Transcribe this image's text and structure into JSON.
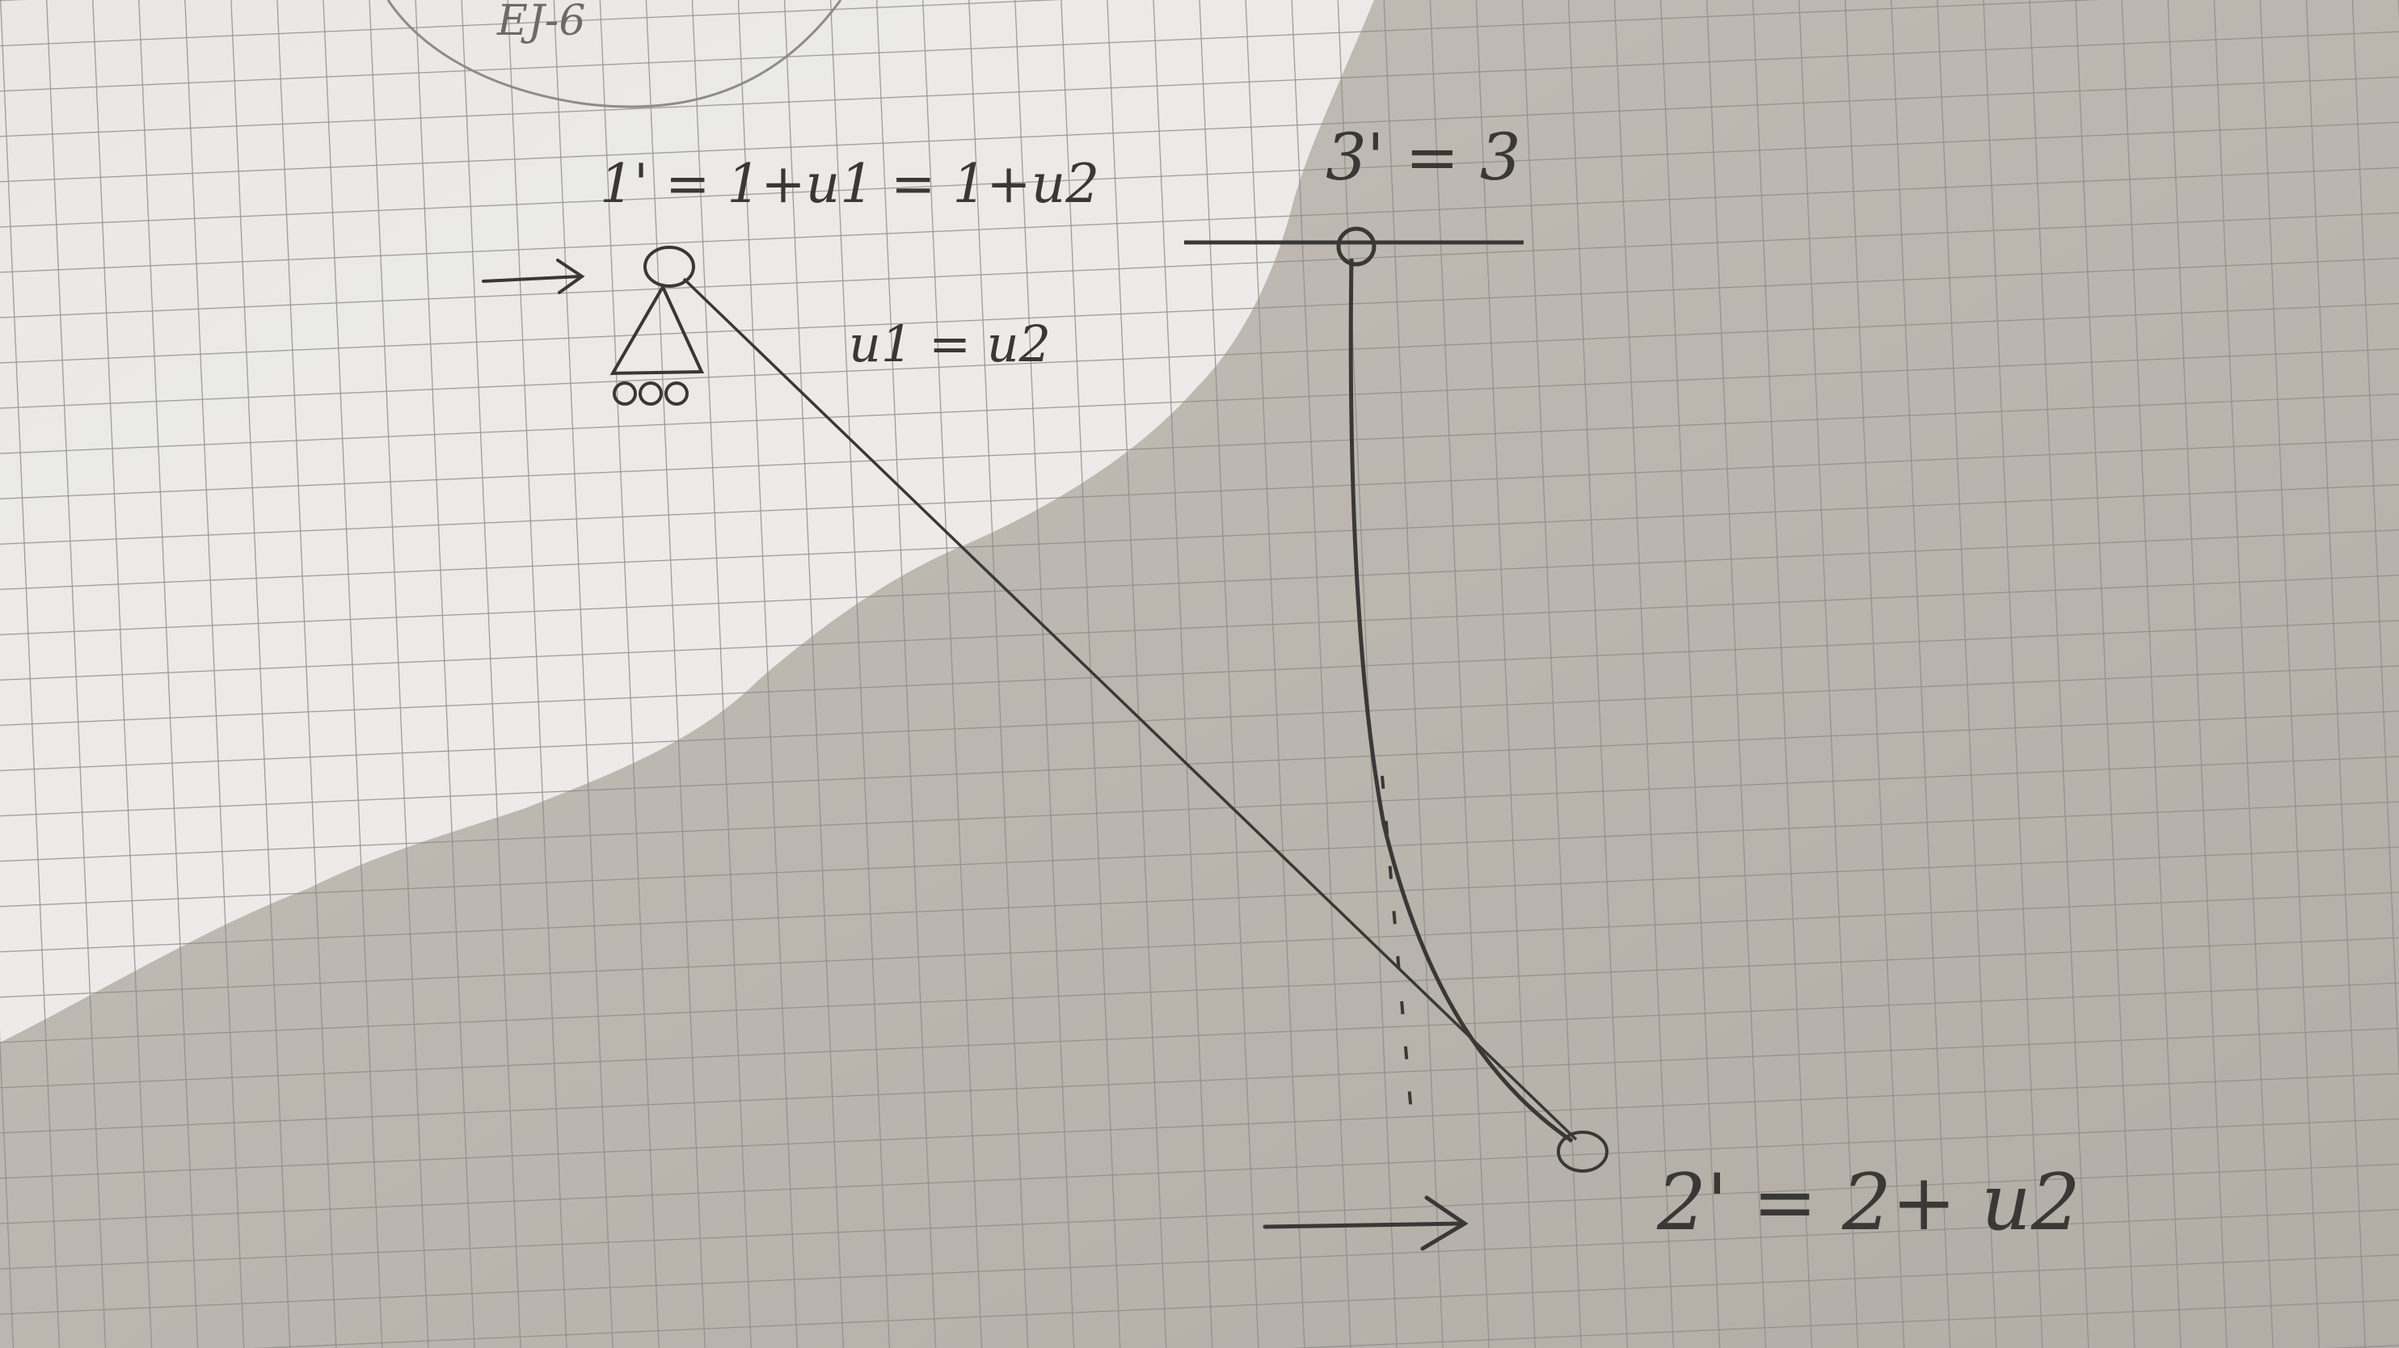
{
  "sketch": {
    "header_fragment": "EJ-6",
    "node_1_label": "1' = 1+u1 = 1+u2",
    "u_equality": "u1 = u2",
    "node_3_label": "3' = 3",
    "node_2_label": "2' = 2+ u2"
  },
  "colors": {
    "paper_lit": "#ebe9e6",
    "paper_shadow": "#bdb8b1",
    "grid_line": "#8d8a86",
    "ink": "#3a3836"
  }
}
